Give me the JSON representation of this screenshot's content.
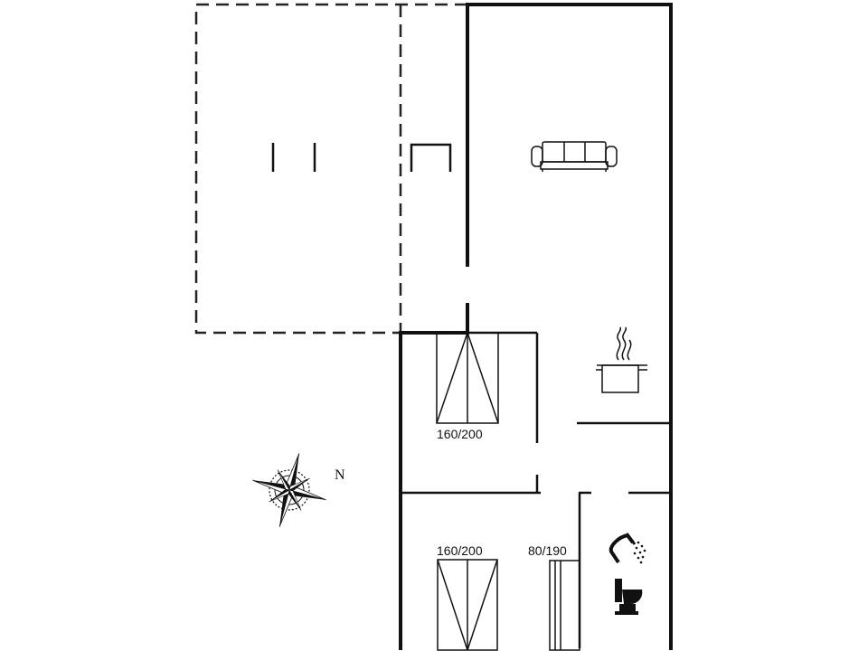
{
  "floorplan": {
    "compass": {
      "north_label": "N"
    },
    "beds": [
      {
        "size": "160/200"
      },
      {
        "size": "160/200"
      },
      {
        "size": "80/190"
      }
    ],
    "icons": [
      "sofa-icon",
      "cooking-pot-icon",
      "shower-icon",
      "toilet-icon",
      "compass-rose-icon"
    ],
    "colors": {
      "wall": "#111111",
      "background": "#ffffff"
    }
  }
}
